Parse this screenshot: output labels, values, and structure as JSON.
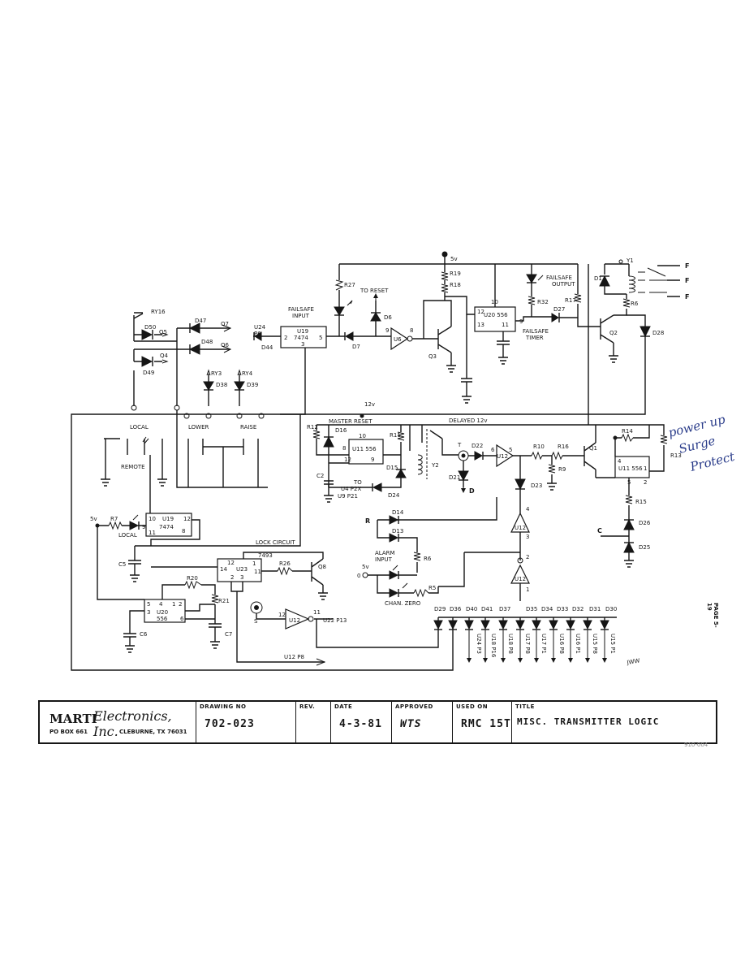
{
  "schematic": {
    "labels": {
      "ry16": "RY16",
      "d50": "D50",
      "q5": "Q5",
      "d47": "D47",
      "q7": "Q7",
      "d48": "D48",
      "q6": "Q6",
      "q4": "Q4",
      "d49": "D49",
      "ry3": "RY3",
      "d38": "D38",
      "ry4": "RY4",
      "d39": "D39",
      "local_sw": "LOCAL",
      "lower": "LOWER",
      "raise": "RAISE",
      "remote": "REMOTE",
      "u24p6": "U24",
      "p6": "P6",
      "d44": "D44",
      "failsafe_input_1": "FAILSAFE",
      "failsafe_input_2": "INPUT",
      "u19a_name": "U19",
      "u19a_type": "7474",
      "u19a_p2": "2",
      "u19a_p5": "5",
      "u19a_p3": "3",
      "d7": "D7",
      "r27": "R27",
      "to_reset": "TO RESET",
      "d6": "D6",
      "u6": "U6",
      "p9": "9",
      "p8": "8",
      "q3": "Q3",
      "v5_top": "5v",
      "r19": "R19",
      "r18": "R18",
      "u20a_p10": "10",
      "u20a_name": "U20 556",
      "u20a_p12": "12",
      "u20a_p13": "13",
      "u20a_p11": "11",
      "u20a_p9": "9",
      "failsafe_output_1": "FAILSAFE",
      "failsafe_output_2": "OUTPUT",
      "r32": "R32",
      "d27": "D27",
      "r17": "R17",
      "failsafe_timer_1": "FAILSAFE",
      "failsafe_timer_2": "TIMER",
      "d1": "D1",
      "y1": "Y1",
      "r6": "R6",
      "q2": "Q2",
      "d28a": "D28",
      "f1": "F",
      "f2": "F",
      "f3": "F",
      "v12": "12v",
      "master_reset": "MASTER RESET",
      "delayed_12v": "DELAYED 12v",
      "r12": "R12",
      "d16": "D16",
      "u11a_p10": "10",
      "u11a_name": "U11 556",
      "u11a_p8": "8",
      "u11a_p12": "12",
      "u11a_p9": "9",
      "r11": "R11",
      "d15": "D15",
      "y2": "Y2",
      "c2": "C2",
      "to": "TO",
      "u4p2x": "U4 P2X",
      "u9p21": "U9 P21",
      "d24": "D24",
      "t": "T",
      "d22": "D22",
      "p6b": "6",
      "u12a": "U12",
      "p5": "5",
      "d21": "D21",
      "d_bar": "D",
      "r10": "R10",
      "r16": "R16",
      "r9": "R9",
      "q1": "Q1",
      "r14": "R14",
      "r13": "R13",
      "u11b_p4": "4",
      "u11b_name": "U11 556",
      "u11b_p1": "1",
      "u11b_p5": "5",
      "u11b_p2": "2",
      "r15": "R15",
      "c_bar": "C",
      "d26": "D26",
      "d25": "D25",
      "d23": "D23",
      "p4": "4",
      "u12b": "U12",
      "p3": "3",
      "p2": "2",
      "u12c": "U12",
      "p1": "1",
      "r_bar": "R",
      "d14": "D14",
      "d13": "D13",
      "alarm_1": "ALARM",
      "alarm_2": "INPUT",
      "r6b": "R6",
      "v5b": "5v",
      "p0": "0",
      "chan_zero": "CHAN. ZERO",
      "r5": "R5",
      "v5c": "5v",
      "r7": "R7",
      "u19b_p10": "10",
      "u19b_name": "U19",
      "u19b_p12": "12",
      "u19b_type": "7474",
      "u19b_p9": "9",
      "u19b_p11": "11",
      "u19b_p8": "8",
      "local_led": "LOCAL",
      "c5": "C5",
      "lock_circuit": "LOCK CIRCUIT",
      "u23_type": "7493",
      "u23_p12": "12",
      "u23_p14": "14",
      "u23_name": "U23",
      "u23_p1": "1",
      "u23_p11": "11",
      "u23_p2": "2",
      "u23_p3": "3",
      "r26": "R26",
      "q8": "Q8",
      "r20": "R20",
      "r21": "R21",
      "u20b_p5": "5",
      "u20b_p4": "4",
      "u20b_p1": "1",
      "u20b_p2": "2",
      "u20b_p3": "3",
      "u20b_name": "U20",
      "u20b_type": "556",
      "u20b_p6": "6",
      "c6": "C6",
      "c7": "C7",
      "s": "S",
      "p12": "12",
      "u12d": "U12",
      "p11": "11",
      "u22p13": "U22 P13",
      "u12p8": "U12 P8",
      "diodes": [
        "D29",
        "D36",
        "D40",
        "D41",
        "D37",
        "D35",
        "D34",
        "D33",
        "D32",
        "D31",
        "D30"
      ],
      "taps": [
        "U24 P3",
        "U18 P16",
        "U18 P8",
        "U17 P8",
        "U17 P1",
        "U16 P8",
        "U16 P1",
        "U15 P8",
        "U15 P1"
      ],
      "initials": "JWW"
    },
    "handwritten_note": [
      "power up",
      "Surge",
      "Protect"
    ]
  },
  "title_block": {
    "company": "MARTI",
    "company_script": "Electronics, Inc.",
    "po_box": "PO BOX 661",
    "city": "CLEBURNE, TX 76031",
    "drawing_no_label": "DRAWING NO",
    "drawing_no": "702-023",
    "rev_label": "REV.",
    "rev": "",
    "date_label": "DATE",
    "date": "4-3-81",
    "approved_label": "APPROVED",
    "approved": "WTS",
    "used_on_label": "USED ON",
    "used_on": "RMC 15T",
    "title_label": "TITLE",
    "title": "MISC. TRANSMITTER LOGIC"
  },
  "page_number": "PAGE 5-19",
  "form_number": "910-004"
}
